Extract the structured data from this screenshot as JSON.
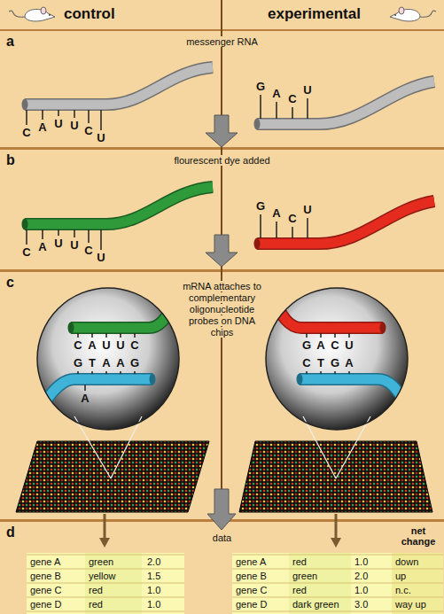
{
  "diagram": {
    "nodes": [
      {
        "text": [
          "control",
          "experimental"
        ]
      },
      {
        "text": [
          "a",
          "messenger RNA"
        ]
      },
      {
        "text": [
          "b",
          "flourescent dye added"
        ]
      },
      {
        "text": [
          "c",
          "mRNA attaches to complementary oligonucleotide probes on DNA chips"
        ]
      },
      {
        "text": [
          "d",
          "data"
        ]
      }
    ],
    "labels": [
      "C",
      "A",
      "U",
      "U",
      "C",
      "U",
      "G",
      "A",
      "C",
      "U",
      "C",
      "A",
      "U",
      "U",
      "C",
      "U",
      "G",
      "A",
      "C",
      "U",
      "C",
      "A",
      "U",
      "U",
      "C",
      "G",
      "T",
      "A",
      "A",
      "G",
      "A",
      "G",
      "C",
      "A",
      "T",
      "C",
      "G",
      "U",
      "A",
      "net change",
      "gene A",
      "green",
      "2.0",
      "gene B",
      "yellow",
      "1.5",
      "gene C",
      "red",
      "1.0",
      "gene D",
      "red",
      "1.0",
      "gene A",
      "red",
      "1.0",
      "down",
      "gene B",
      "green",
      "2.0",
      "up",
      "gene C",
      "red",
      "1.0",
      "n.c.",
      "gene D",
      "dark green",
      "3.0",
      "way up"
    ]
  }
}
